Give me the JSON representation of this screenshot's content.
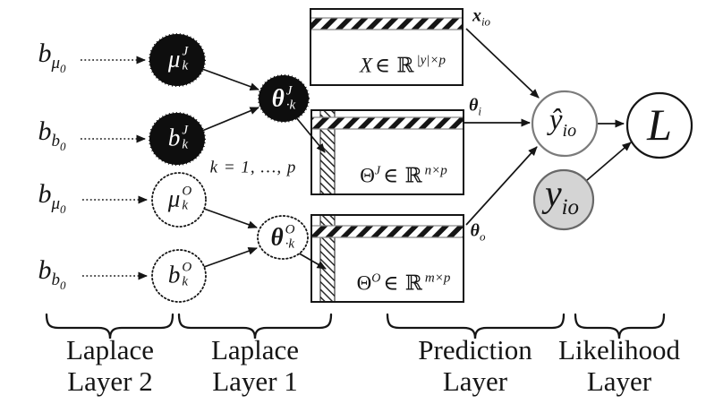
{
  "colors": {
    "ink": "#151515",
    "node_fill_dark": "#0e0e0e",
    "node_text_light": "#ffffff",
    "pred_border_gray": "#7b7b7b",
    "observed_fill": "#d4d4d4",
    "observed_border": "#686868",
    "band_edge_gray": "#8a8a8a",
    "background": "#ffffff"
  },
  "priors": [
    {
      "base": "b",
      "sub": "μ",
      "subsub": "0"
    },
    {
      "base": "b",
      "sub": "b",
      "subsub": "0"
    },
    {
      "base": "b",
      "sub": "μ",
      "subsub": "0"
    },
    {
      "base": "b",
      "sub": "b",
      "subsub": "0"
    }
  ],
  "nodes": {
    "mu_j": {
      "base": "μ",
      "sup": "J",
      "sub": "k"
    },
    "b_j": {
      "base": "b",
      "sup": "J",
      "sub": "k"
    },
    "theta_j": {
      "base": "θ",
      "sup": "J",
      "sub": "·k"
    },
    "mu_o": {
      "base": "μ",
      "sup": "O",
      "sub": "k"
    },
    "b_o": {
      "base": "b",
      "sup": "O",
      "sub": "k"
    },
    "theta_o": {
      "base": "θ",
      "sup": "O",
      "sub": "·k"
    },
    "y_hat": {
      "base": "ŷ",
      "sub": "io"
    },
    "y_obs": {
      "base": "y",
      "sub": "io"
    },
    "likelihood": {
      "base": "L"
    }
  },
  "note_k": "k = 1, …, p",
  "matrices": {
    "x": {
      "name": "X",
      "sup": "",
      "member": "∈ ℝ",
      "dims": "|y|×p",
      "row_base": "x",
      "row_sub": "io"
    },
    "theta_j": {
      "name": "Θ",
      "sup": "J",
      "member": "∈ ℝ",
      "dims": "n×p",
      "row_base": "θ",
      "row_sub": "i"
    },
    "theta_o": {
      "name": "Θ",
      "sup": "O",
      "member": "∈ ℝ",
      "dims": "m×p",
      "row_base": "θ",
      "row_sub": "o"
    }
  },
  "layers": [
    {
      "line1": "Laplace",
      "line2": "Layer 2"
    },
    {
      "line1": "Laplace",
      "line2": "Layer 1"
    },
    {
      "line1": "Prediction",
      "line2": "Layer"
    },
    {
      "line1": "Likelihood",
      "line2": "Layer"
    }
  ]
}
